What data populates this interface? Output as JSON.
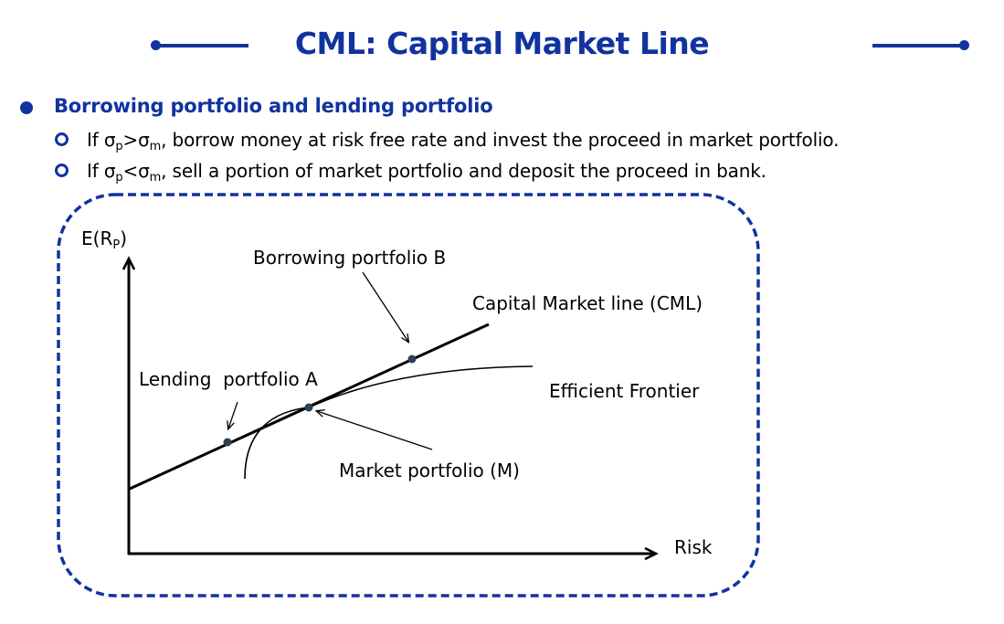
{
  "title": "CML: Capital Market Line",
  "colors": {
    "accent": "#1133a0",
    "line": "#000000",
    "dot": "#2f3f52"
  },
  "heading": "Borrowing portfolio and lending portfolio",
  "bullets": [
    {
      "prefix": "If σ",
      "sub1": "p",
      "op": ">σ",
      "sub2": "m",
      "suffix": ", borrow money at risk free rate and invest the proceed in market portfolio."
    },
    {
      "prefix": "If σ",
      "sub1": "p",
      "op": "<σ",
      "sub2": "m",
      "suffix": ", sell a portion of market portfolio and deposit the proceed in bank."
    }
  ],
  "diagram": {
    "y_axis_label_main": "E(R",
    "y_axis_label_sub": "P",
    "y_axis_label_close": ")",
    "x_axis_label": "Risk",
    "labels": {
      "borrowing": "Borrowing portfolio B",
      "cml": "Capital Market line (CML)",
      "lending": "Lending  portfolio A",
      "frontier": "Efficient Frontier",
      "market": "Market portfolio (M)"
    }
  }
}
